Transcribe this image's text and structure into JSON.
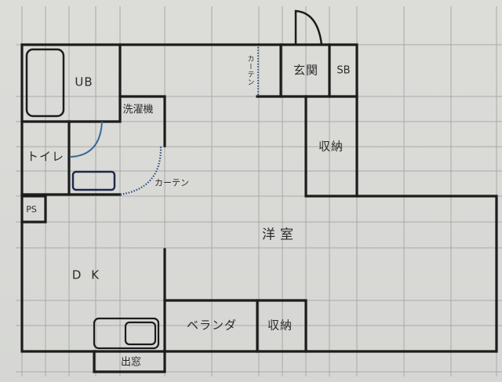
{
  "diagram": {
    "type": "floor-plan",
    "colors": {
      "paper": "#d9dad7",
      "grid": "#a9aaa7",
      "wall": "#1c1c1c",
      "door_swing_blue": "#3a6a9a",
      "curtain_dots": "#2b4a7a",
      "fixture_outline": "#1f2a4a"
    },
    "rooms": {
      "ub": "UB",
      "laundry": "洗濯機",
      "toilet": "トイレ",
      "curtain_bath": "カーテン",
      "ps": "PS",
      "dk": "D K",
      "entrance": "玄関",
      "sb": "SB",
      "curtain_entrance": "カーテン",
      "storage_upper": "収納",
      "western_room": "洋室",
      "balcony": "ベランダ",
      "storage_lower": "収納",
      "bay_window": "出窓"
    }
  }
}
